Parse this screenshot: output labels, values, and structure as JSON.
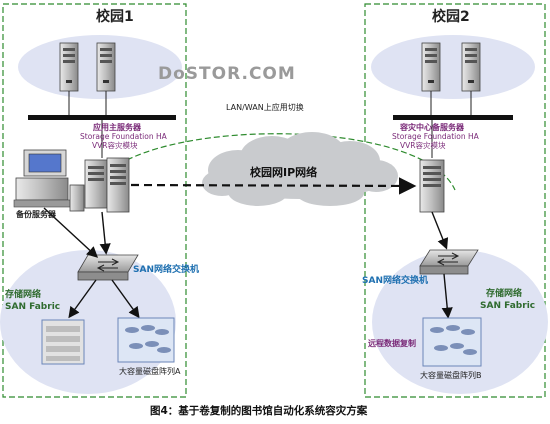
{
  "campus1": {
    "title": "校园1"
  },
  "campus2": {
    "title": "校园2"
  },
  "watermark": "DoSTOR.COM",
  "wan_label": "LAN/WAN上应用切换",
  "app_server": {
    "title": "应用主服务器",
    "software": "Storage Foundation HA",
    "module": "VVR容灾模块"
  },
  "dr_server": {
    "title": "容灾中心备服务器",
    "software": "Storage Foundation HA",
    "module": "VVR容灾模块"
  },
  "backup_server": "备份服务器",
  "ip_network": "校园网IP网络",
  "san_switch_1": "SAN网络交换机",
  "san_switch_2": "SAN网络交换机",
  "storage_net_1": {
    "line1": "存储网络",
    "line2": "SAN Fabric"
  },
  "storage_net_2": {
    "line1": "存储网络",
    "line2": "SAN Fabric"
  },
  "array_a": "大容量磁盘阵列A",
  "array_b": "大容量磁盘阵列B",
  "remote_replication": "远程数据复制",
  "caption": "图4：基于卷复制的图书馆自动化系统容灾方案",
  "colors": {
    "zone_border": "#2e8b2e",
    "ellipse_fill": "#dfe3f3",
    "cloud_fill": "#c9cbce",
    "purple_text": "#7a2a78"
  }
}
